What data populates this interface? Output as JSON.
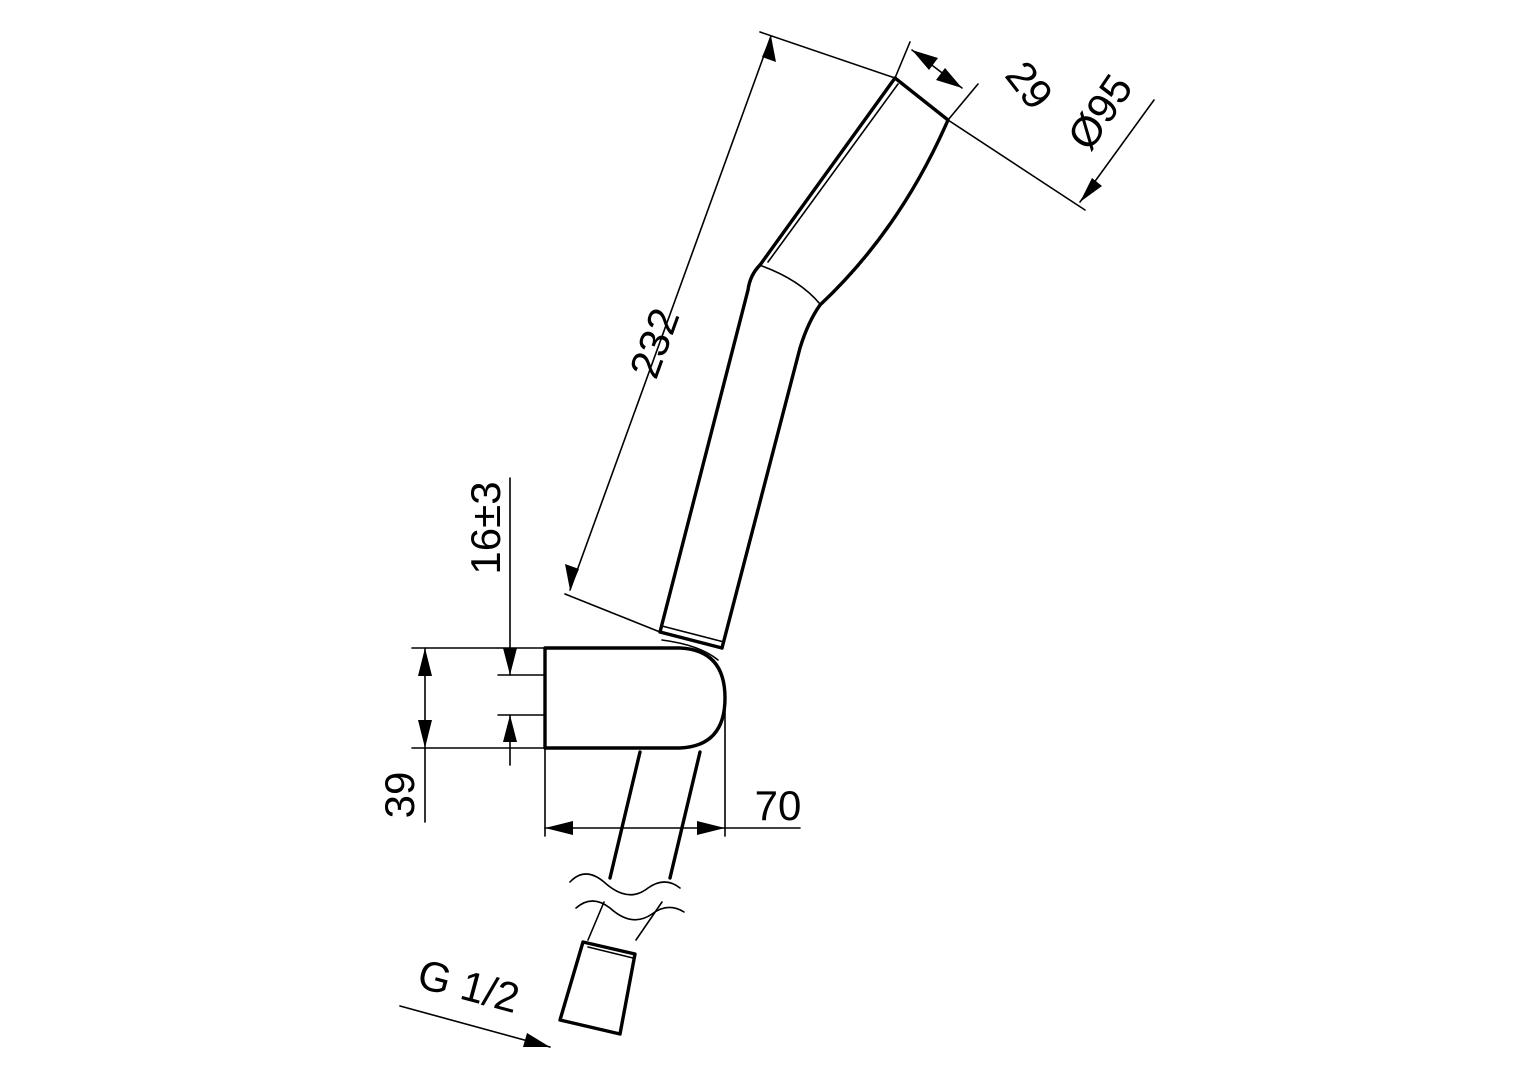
{
  "colors": {
    "line": "#000000",
    "background": "#ffffff"
  },
  "dimensions": {
    "handshower_length": "232",
    "head_depth": "29",
    "head_diameter": "Ø95",
    "holder_offset": "16±3",
    "holder_height": "39",
    "holder_depth": "70",
    "connection_thread": "G 1/2"
  }
}
